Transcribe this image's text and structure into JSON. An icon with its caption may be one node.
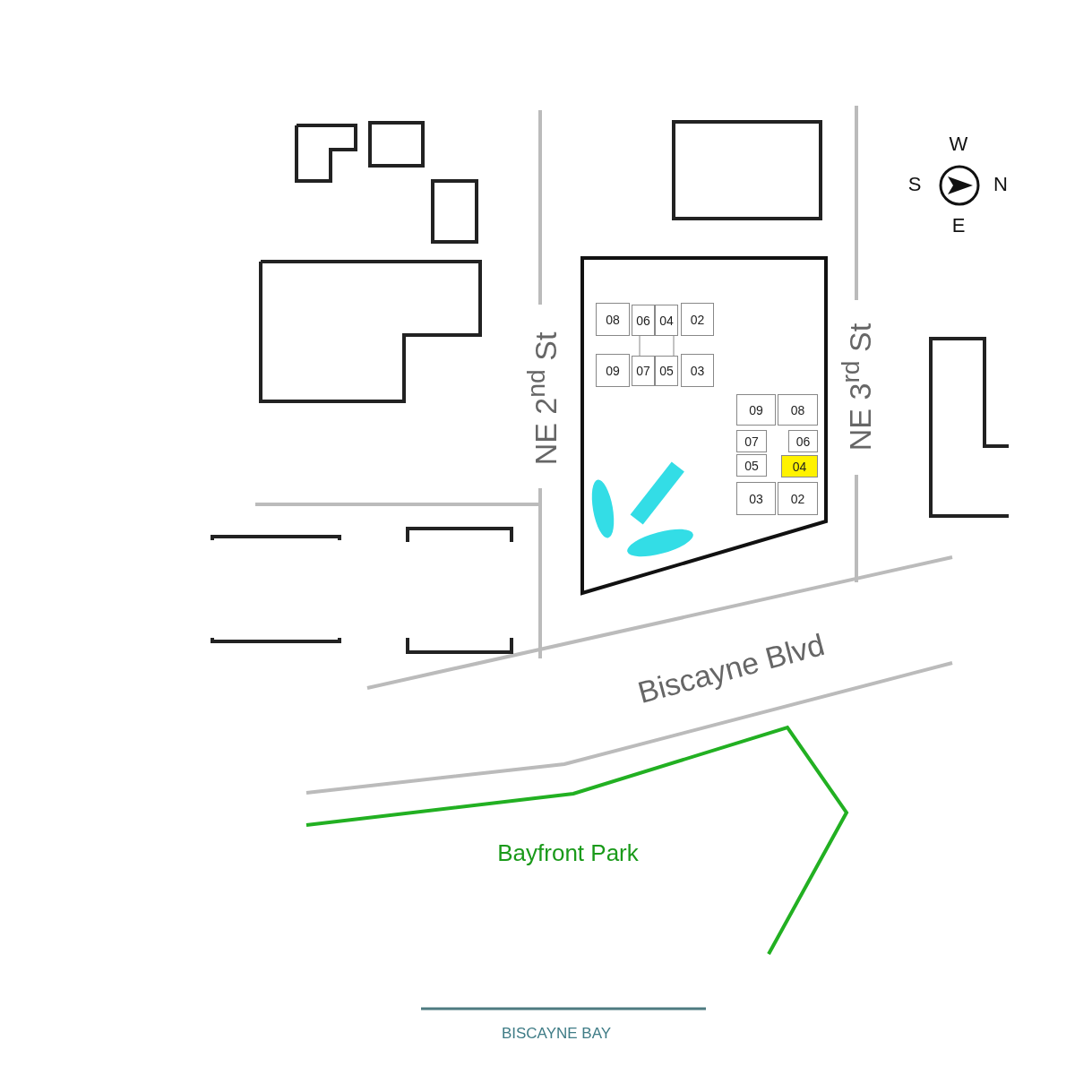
{
  "diagram": {
    "nodes": [
      {
        "text": [
          "08"
        ]
      },
      {
        "text": [
          "06"
        ]
      },
      {
        "text": [
          "04"
        ]
      },
      {
        "text": [
          "02"
        ]
      },
      {
        "text": [
          "09"
        ]
      },
      {
        "text": [
          "07"
        ]
      },
      {
        "text": [
          "05"
        ]
      },
      {
        "text": [
          "03"
        ]
      },
      {
        "text": [
          "09"
        ]
      },
      {
        "text": [
          "08"
        ]
      },
      {
        "text": [
          "07"
        ]
      },
      {
        "text": [
          "06"
        ]
      },
      {
        "text": [
          "05"
        ]
      },
      {
        "text": [
          "04"
        ]
      },
      {
        "text": [
          "03"
        ]
      },
      {
        "text": [
          "02"
        ]
      }
    ],
    "labels": [
      "W",
      "S",
      "N",
      "E",
      "NE 2$^{nd}$ St",
      "NE 3$^{rd}$ St",
      "Biscayne Blvd",
      "Bayfront Park",
      "BISCAYNE BAY"
    ]
  }
}
